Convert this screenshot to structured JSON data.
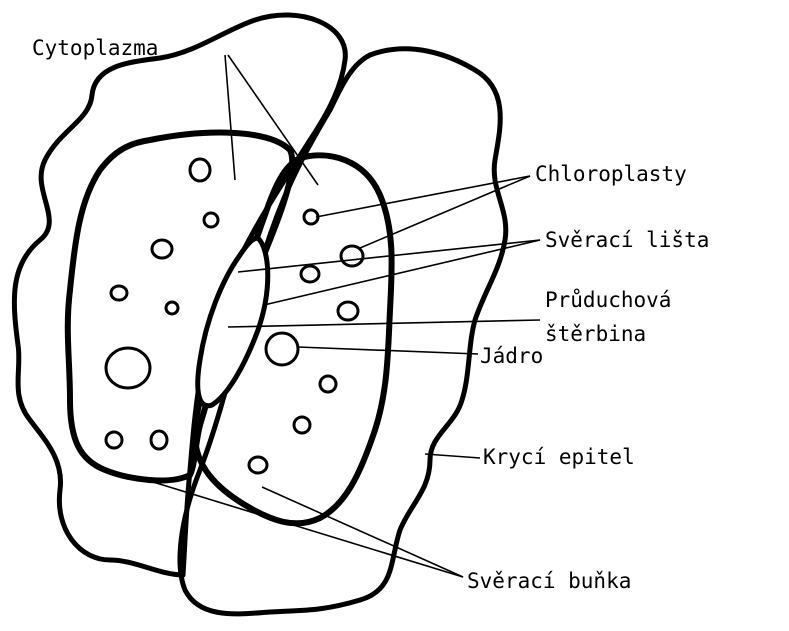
{
  "labels": {
    "cytoplazma": "Cytoplazma",
    "chloroplasty": "Chloroplasty",
    "sveraci_lista": "Svěrací lišta",
    "pruduchova_line1": "Průduchová",
    "pruduchova_line2": "štěrbina",
    "jadro": "Jádro",
    "kryci_epitel": "Krycí epitel",
    "sveraci_bunka": "Svěrací buňka"
  },
  "colors": {
    "ink": "#000000",
    "background": "#ffffff"
  }
}
